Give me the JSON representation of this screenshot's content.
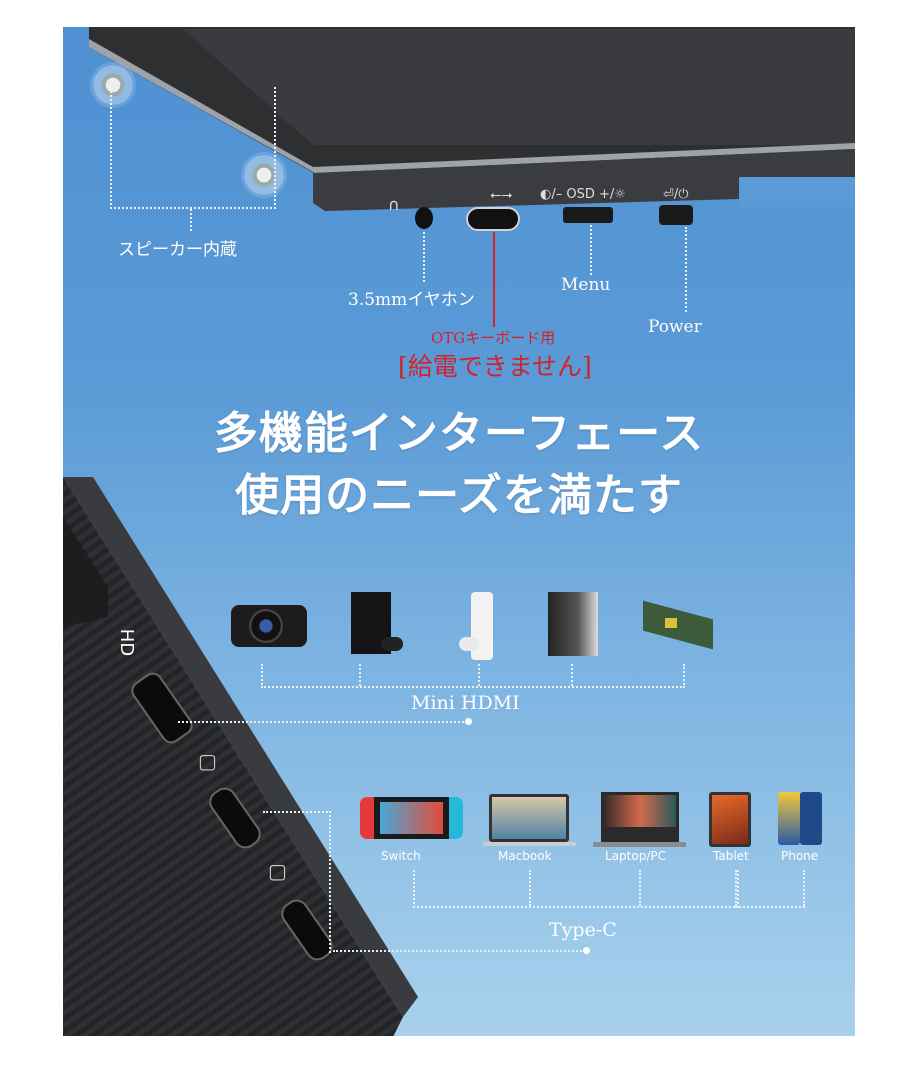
{
  "colors": {
    "bg_top": "#4f90d3",
    "bg_bottom": "#a9d1ec",
    "red_note": "#d0242a",
    "device_body": "#2b2c2e"
  },
  "top_section": {
    "port_icons": {
      "headphone": "headphone-icon",
      "usb": "usb-icon",
      "osd": "◐/– OSD +/☼",
      "power": "⏎/⏻"
    },
    "labels": {
      "speaker": "スピーカー内蔵",
      "earphone": "3.5mmイヤホン",
      "menu": "Menu",
      "power": "Power",
      "otg_note": "OTGキーボード用",
      "no_power": "[給電できません]"
    }
  },
  "headline": {
    "line1": "多機能インターフェース",
    "line2": "使用のニーズを満たす"
  },
  "side_ports": {
    "hd_label": "HD"
  },
  "mini_hdmi": {
    "label": "Mini HDMI",
    "devices": [
      {
        "name": "camera",
        "icon": "camera-icon"
      },
      {
        "name": "xbox",
        "icon": "game-console-icon"
      },
      {
        "name": "playstation",
        "icon": "game-console-icon"
      },
      {
        "name": "pc-tower",
        "icon": "desktop-tower-icon"
      },
      {
        "name": "raspberry-pi",
        "icon": "circuit-board-icon"
      }
    ]
  },
  "type_c": {
    "label": "Type-C",
    "devices": [
      {
        "name": "Switch"
      },
      {
        "name": "Macbook"
      },
      {
        "name": "Laptop/PC"
      },
      {
        "name": "Tablet"
      },
      {
        "name": "Phone"
      }
    ]
  }
}
